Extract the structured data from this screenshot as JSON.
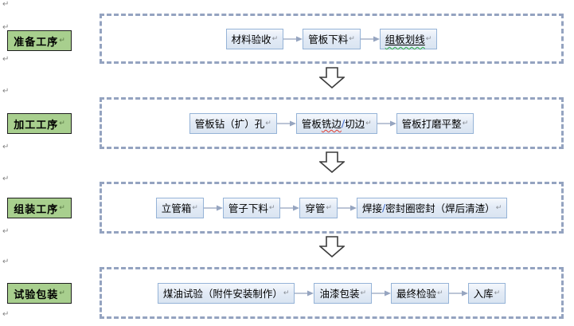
{
  "flowchart": {
    "paragraph_mark": "↵",
    "rows": [
      {
        "label": "准备工序",
        "steps": [
          {
            "parts": [
              {
                "text": "材料验收",
                "style": "plain"
              }
            ]
          },
          {
            "parts": [
              {
                "text": "管板下料",
                "style": "plain"
              }
            ]
          },
          {
            "parts": [
              {
                "text": "组板划线",
                "style": "underline-green-wavy"
              }
            ]
          }
        ]
      },
      {
        "label": "加工工序",
        "steps": [
          {
            "parts": [
              {
                "text": "管板钻（扩）孔",
                "style": "plain"
              }
            ]
          },
          {
            "parts": [
              {
                "text": "管板",
                "style": "plain"
              },
              {
                "text": "铣边",
                "style": "red-wavy"
              },
              {
                "text": "/",
                "style": "slash"
              },
              {
                "text": "切边",
                "style": "plain"
              }
            ]
          },
          {
            "parts": [
              {
                "text": "管板打磨平整",
                "style": "plain"
              }
            ]
          }
        ]
      },
      {
        "label": "组装工序",
        "steps": [
          {
            "parts": [
              {
                "text": "立管箱",
                "style": "plain"
              }
            ]
          },
          {
            "parts": [
              {
                "text": "管子下料",
                "style": "plain"
              }
            ]
          },
          {
            "parts": [
              {
                "text": "穿管",
                "style": "plain"
              }
            ]
          },
          {
            "parts": [
              {
                "text": "焊接",
                "style": "plain"
              },
              {
                "text": "/",
                "style": "slash"
              },
              {
                "text": "密封圈密封（焊后清渣）",
                "style": "plain"
              }
            ]
          }
        ]
      },
      {
        "label": "试验包装",
        "steps": [
          {
            "parts": [
              {
                "text": "煤油试验（附件安装制作）",
                "style": "plain"
              }
            ]
          },
          {
            "parts": [
              {
                "text": "油漆包装",
                "style": "plain"
              }
            ]
          },
          {
            "parts": [
              {
                "text": "最终检验",
                "style": "plain"
              }
            ]
          },
          {
            "parts": [
              {
                "text": "入库",
                "style": "plain"
              }
            ]
          }
        ]
      }
    ],
    "colors": {
      "stage_label_fill": "#a8cf8e",
      "stage_label_border": "#1f1f1f",
      "process_box_fill": "#dce6f2",
      "process_box_border": "#95b3d7",
      "group_dashed_border": "#94a3c0",
      "connector": "#a6b2c9",
      "slash_text": "#3a66c8",
      "spellcheck_red_wavy": "#e03c31",
      "grammar_green_wavy": "#2faa44",
      "paragraph_mark": "#848484",
      "block_arrow_outline": "#3c3c3c"
    }
  }
}
